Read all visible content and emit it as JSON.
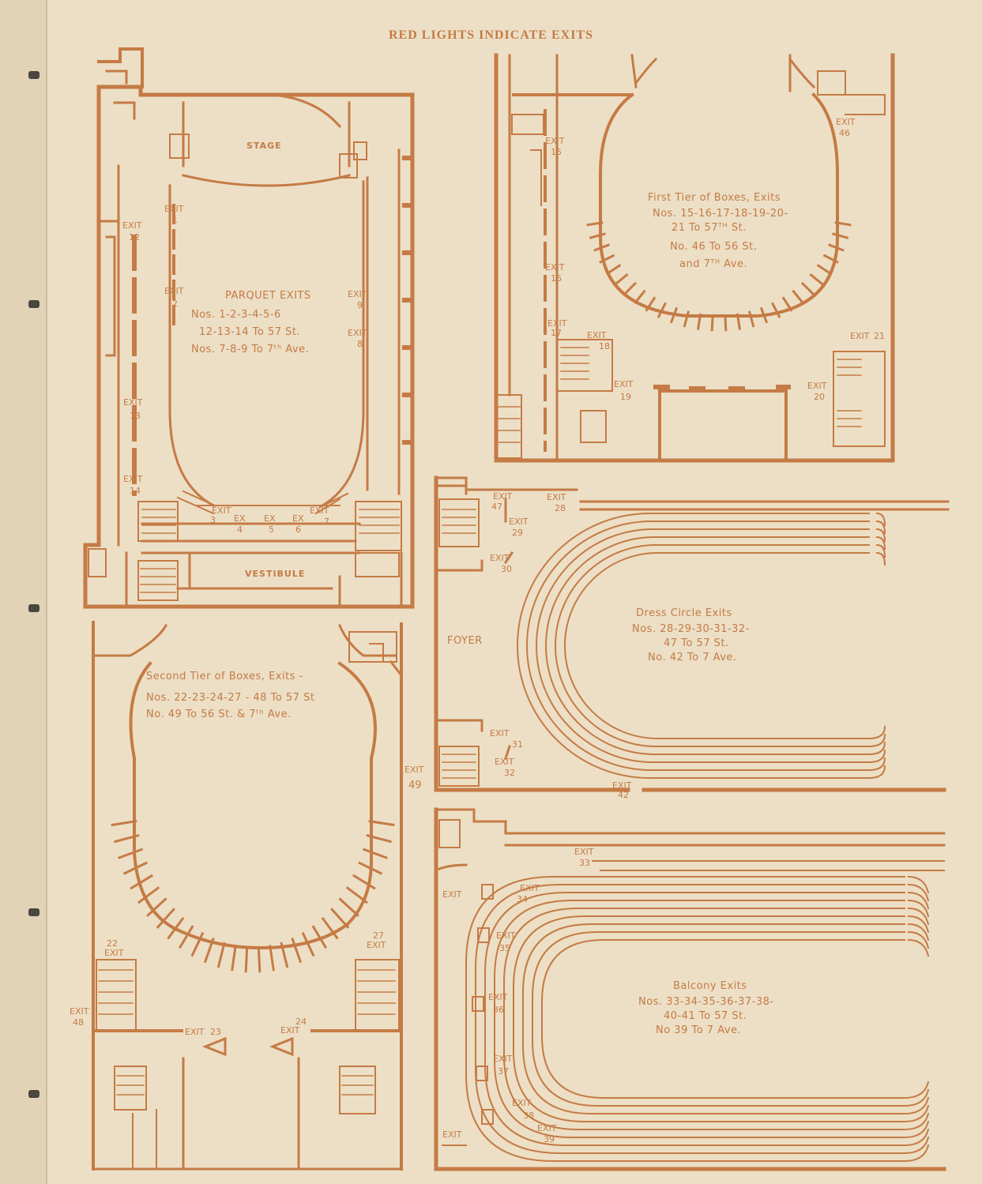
{
  "title": "RED LIGHTS INDICATE EXITS",
  "colors": {
    "ink": "#c57b45",
    "paper": "#ecdfc6"
  },
  "parquet": {
    "stage": "STAGE",
    "vestibule": "VESTIBULE",
    "heading": "PARQUET EXITS",
    "lines": [
      "Nos. 1-2-3-4-5-6",
      "12-13-14 To 57 St.",
      "Nos. 7-8-9 To 7ᵗʰ Ave."
    ],
    "exits": [
      {
        "word": "EXIT",
        "num": "1"
      },
      {
        "word": "EXIT",
        "num": "2"
      },
      {
        "word": "EXIT",
        "num": "3"
      },
      {
        "word": "EX",
        "num": "4"
      },
      {
        "word": "EX",
        "num": "5"
      },
      {
        "word": "EX",
        "num": "6"
      },
      {
        "word": "EXIT",
        "num": "7"
      },
      {
        "word": "EXIT",
        "num": "8"
      },
      {
        "word": "EXIT",
        "num": "9"
      },
      {
        "word": "EXIT",
        "num": "12"
      },
      {
        "word": "EXIT",
        "num": "13"
      },
      {
        "word": "EXIT",
        "num": "14"
      }
    ]
  },
  "first_tier": {
    "lines": [
      "First Tier of Boxes, Exits",
      "Nos. 15-16-17-18-19-20-",
      "21 To 57ᵀᴴ St.",
      "No. 46 To 56 St.",
      "and 7ᵀᴴ Ave."
    ],
    "exits": [
      {
        "word": "EXIT",
        "num": "15"
      },
      {
        "word": "EXIT",
        "num": "16"
      },
      {
        "word": "EXIT",
        "num": "17"
      },
      {
        "word": "EXIT",
        "num": "18"
      },
      {
        "word": "EXIT",
        "num": "19"
      },
      {
        "word": "EXIT",
        "num": "20"
      },
      {
        "word": "EXIT",
        "num": "21"
      },
      {
        "word": "EXIT",
        "num": "46"
      }
    ]
  },
  "second_tier": {
    "lines": [
      "Second Tier of Boxes, Exits -",
      "Nos. 22-23-24-27 - 48 To 57 St",
      "No. 49 To 56 St. & 7ᵗʰ Ave."
    ],
    "exits": [
      {
        "word": "EXIT",
        "num": "22"
      },
      {
        "word": "EXIT",
        "num": "23"
      },
      {
        "word": "EXIT",
        "num": "24"
      },
      {
        "word": "EXIT",
        "num": "27"
      },
      {
        "word": "EXIT",
        "num": "48"
      },
      {
        "word": "EXIT",
        "num": "49"
      }
    ]
  },
  "dress_circle": {
    "foyer": "FOYER",
    "lines": [
      "Dress Circle Exits",
      "Nos. 28-29-30-31-32-",
      "47 To 57 St.",
      "No. 42 To 7 Ave."
    ],
    "exits": [
      {
        "word": "EXIT",
        "num": "47"
      },
      {
        "word": "EXIT",
        "num": "28"
      },
      {
        "word": "EXIT",
        "num": "29"
      },
      {
        "word": "EXIT",
        "num": "30"
      },
      {
        "word": "EXIT",
        "num": "31"
      },
      {
        "word": "EXIT",
        "num": "32"
      },
      {
        "word": "EXIT",
        "num": "42"
      }
    ]
  },
  "balcony": {
    "lines": [
      "Balcony Exits",
      "Nos. 33-34-35-36-37-38-",
      "40-41 To 57 St.",
      "No 39 To 7 Ave."
    ],
    "exits": [
      {
        "word": "EXIT",
        "num": "33"
      },
      {
        "word": "EXIT",
        "num": "34"
      },
      {
        "word": "EXIT",
        "num": "35"
      },
      {
        "word": "EXIT",
        "num": "36"
      },
      {
        "word": "EXIT",
        "num": "37"
      },
      {
        "word": "EXIT",
        "num": "38"
      },
      {
        "word": "EXIT",
        "num": "39"
      },
      {
        "word": "EXIT",
        "num": ""
      },
      {
        "word": "EXIT",
        "num": ""
      }
    ]
  }
}
